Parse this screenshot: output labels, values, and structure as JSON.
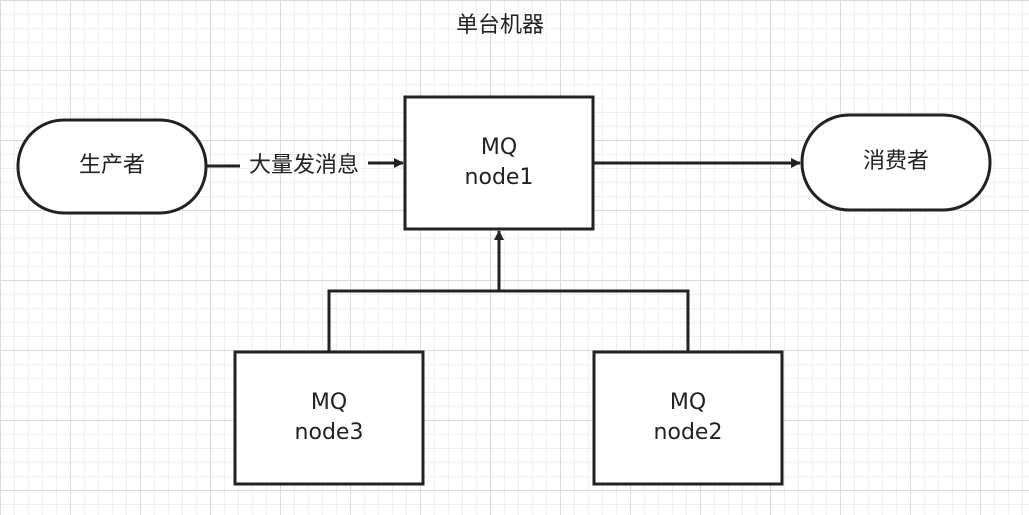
{
  "title": "单台机器",
  "producer": {
    "label": "生产者"
  },
  "consumer": {
    "label": "消费者"
  },
  "edge_label": "大量发消息",
  "nodes": {
    "node1": {
      "line1": "MQ",
      "line2": "node1"
    },
    "node3": {
      "line1": "MQ",
      "line2": "node3"
    },
    "node2": {
      "line1": "MQ",
      "line2": "node2"
    }
  },
  "colors": {
    "stroke": "#222222",
    "fill": "#ffffff",
    "grid": "#dadada"
  }
}
